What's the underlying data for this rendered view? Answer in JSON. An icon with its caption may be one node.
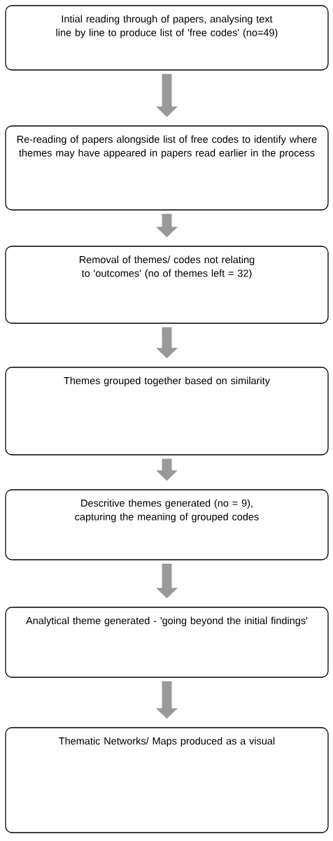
{
  "diagram": {
    "nodes": [
      {
        "text": [
          "Intial reading through of papers, analysing text line by line to produce list of 'free codes' (no=49)"
        ]
      },
      {
        "text": [
          "Re-reading of papers alongside list of free codes to identify where themes may have appeared in papers read earlier in the process"
        ]
      },
      {
        "text": [
          "Removal of themes/ codes not relating to 'outcomes' (no of themes left = 32)"
        ]
      },
      {
        "text": [
          "Themes grouped together based on similarity"
        ]
      },
      {
        "text": [
          "Descritive themes generated (no = 9), capturing the meaning of grouped codes"
        ]
      },
      {
        "text": [
          "Analytical theme generated - 'going beyond the initial findings'"
        ]
      },
      {
        "text": [
          "Thematic Networks/ Maps produced as a visual"
        ]
      }
    ],
    "edges": [
      {
        "from": 0,
        "to": 1,
        "arrow": "to"
      },
      {
        "from": 1,
        "to": 2,
        "arrow": "to"
      },
      {
        "from": 2,
        "to": 3,
        "arrow": "to"
      },
      {
        "from": 3,
        "to": 4,
        "arrow": "to"
      },
      {
        "from": 4,
        "to": 5,
        "arrow": "to"
      },
      {
        "from": 5,
        "to": 6,
        "arrow": "to"
      }
    ]
  }
}
